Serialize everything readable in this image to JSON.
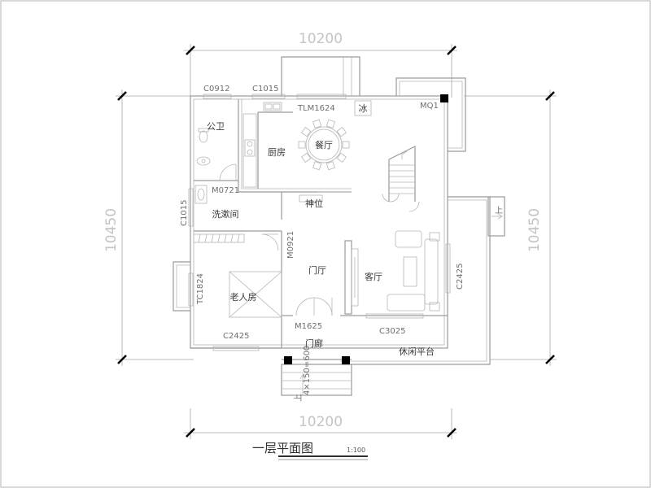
{
  "drawing": {
    "title": "一层平面图",
    "scale": "1:100",
    "dimensions": {
      "top": "10200",
      "bottom": "10200",
      "left": "10450",
      "right": "10450"
    },
    "rooms": {
      "public_bath": "公卫",
      "kitchen": "厨房",
      "dining": "餐厅",
      "laundry": "洗漱间",
      "elder_room": "老人房",
      "foyer": "门厅",
      "living": "客厅",
      "porch": "门廊",
      "terrace": "休闲平台",
      "shrine": "神位",
      "fridge": "冰"
    },
    "openings": {
      "c0912": "C0912",
      "c1015_top": "C1015",
      "tlm1624": "TLM1624",
      "mq1": "MQ1",
      "m0721": "M0721",
      "c1015_left": "C1015",
      "m0921": "M0921",
      "tc1824": "TC1824",
      "c2425_left": "C2425",
      "m1625": "M1625",
      "c3025": "C3025",
      "c2425_right": "C2425"
    },
    "stair_notes": {
      "up": "上",
      "steps": "4×150=600",
      "down": "上"
    }
  }
}
